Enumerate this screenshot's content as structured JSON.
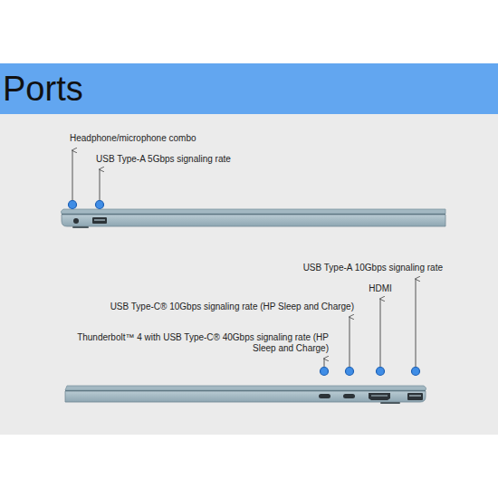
{
  "diagram": {
    "title": "Ports",
    "labels": [
      "Headphone/microphone combo",
      "USB Type-A 5Gbps signaling rate",
      "USB Type-A 10Gbps signaling rate",
      "HDMI",
      "USB Type-C® 10Gbps signaling rate (HP Sleep and Charge)",
      "Thunderbolt™ 4 with USB Type-C® 40Gbps signaling rate (HP Sleep and Charge)"
    ]
  }
}
